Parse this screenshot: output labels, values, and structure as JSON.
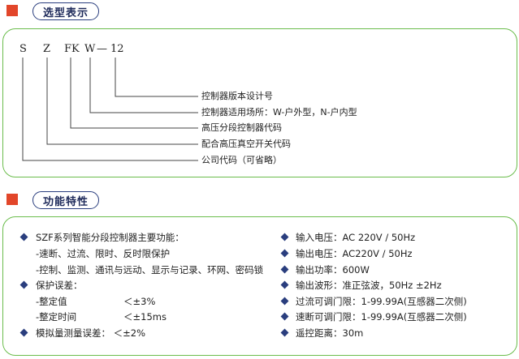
{
  "section1": {
    "title": "选型表示"
  },
  "model_code": {
    "s": "S",
    "z": "Z",
    "fk": "FK",
    "w": "W",
    "dash": "—",
    "num": "12"
  },
  "code_labels": [
    "控制器版本设计号",
    "控制器适用场所：W-户外型，N-户内型",
    "高压分段控制器代码",
    "配合高压真空开关代码",
    "公司代码（可省略）"
  ],
  "section2": {
    "title": "功能特性"
  },
  "features_left": {
    "main_title": "SZF系列智能分段控制器主要功能：",
    "func_line1": "-速断、过流、限时、反时限保护",
    "func_line2": "-控制、监测、通讯与远动、显示与记录、环网、密码锁",
    "protect_title": "保护误差：",
    "setting_value_label": "-整定值",
    "setting_value": "＜±3%",
    "setting_time_label": "-整定时间",
    "setting_time": "＜±15ms",
    "analog_error": "模拟量测量误差：  ＜±2%"
  },
  "features_right": [
    "输入电压：AC 220V / 50Hz",
    "输出电压：AC220V / 50Hz",
    "输出功率：600W",
    "输出波形：准正弦波，50Hz ±2Hz",
    "过流可调门限：1-99.99A(互感器二次侧)",
    "速断可调门限：1-99.99A(互感器二次侧)",
    "遥控距离：30m"
  ],
  "colors": {
    "accent": "#e2462a",
    "border": "#6bbd4c",
    "bullet": "#2a3e7e"
  }
}
